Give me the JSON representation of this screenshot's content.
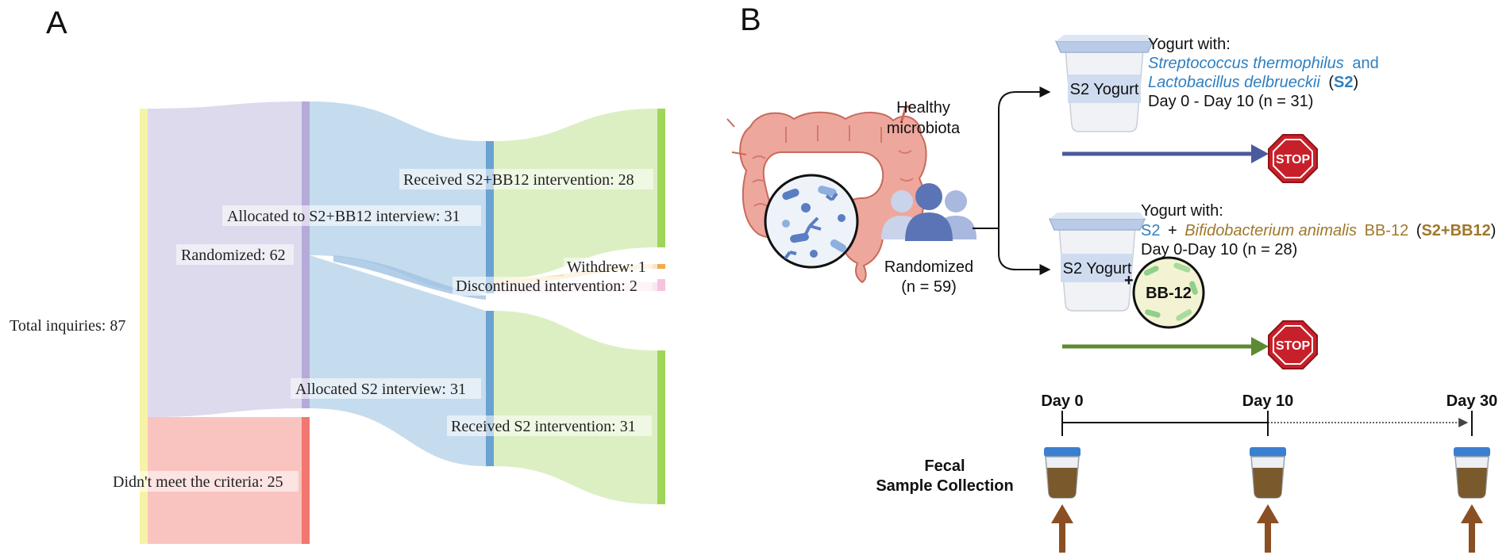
{
  "panel_a": {
    "letter": "A",
    "labels": {
      "total": "Total inquiries: 87",
      "randomized": "Randomized: 62",
      "didnt_meet": "Didn't meet the criteria: 25",
      "alloc_bb12": "Allocated to S2+BB12 interview: 31",
      "alloc_s2": "Allocated S2 interview: 31",
      "recv_bb12": "Received S2+BB12 intervention: 28",
      "recv_s2": "Received S2 intervention: 31",
      "withdrew": "Withdrew: 1",
      "discontinued": "Discontinued intervention: 2"
    },
    "colors": {
      "total_node": "#f6f3a6",
      "randomized_flow": "#dcdaec",
      "randomized_node": "#b6aad8",
      "didnt_meet_flow": "#f9c4c0",
      "didnt_meet_node": "#f2776e",
      "alloc_flow": "#c5dcee",
      "alloc_node": "#6aa3d2",
      "recv_flow": "#dcefc2",
      "recv_node": "#9fd65a",
      "withdrew_node": "#f3a94c",
      "discontinued_node": "#f6c3df"
    }
  },
  "panel_b": {
    "letter": "B",
    "healthy_label": [
      "Healthy",
      "microbiota"
    ],
    "randomized_label": [
      "Randomized",
      "(n = 59)"
    ],
    "cup_label": "S2 Yogurt",
    "bb12_label": "BB-12",
    "stop_label": "STOP",
    "s2_arm": {
      "heading": "Yogurt with:",
      "strain1": "Streptococcus thermophilus",
      "and_word": "and",
      "strain2": "Lactobacillus delbrueckii",
      "abbr": "S2",
      "duration": "Day 0 - Day 10 (n = 31)"
    },
    "bb12_arm": {
      "heading": "Yogurt with:",
      "s2": "S2",
      "plus": "+",
      "strain": "Bifidobacterium animalis",
      "strain_code": "BB-12",
      "abbr": "S2+BB12",
      "duration": "Day 0-Day 10 (n = 28)"
    },
    "timeline": {
      "days": [
        "Day 0",
        "Day 10",
        "Day 30"
      ],
      "collection_label": [
        "Fecal",
        "Sample Collection"
      ]
    },
    "colors": {
      "s2_arrow": "#4a5a9c",
      "bb12_arrow": "#5c8a32",
      "stop_red": "#c8202a",
      "blue_text": "#2e7fc1",
      "gold_text": "#a0782a",
      "fecal_brown": "#8a4f2a",
      "collection_arrow": "#8a4f22"
    }
  }
}
